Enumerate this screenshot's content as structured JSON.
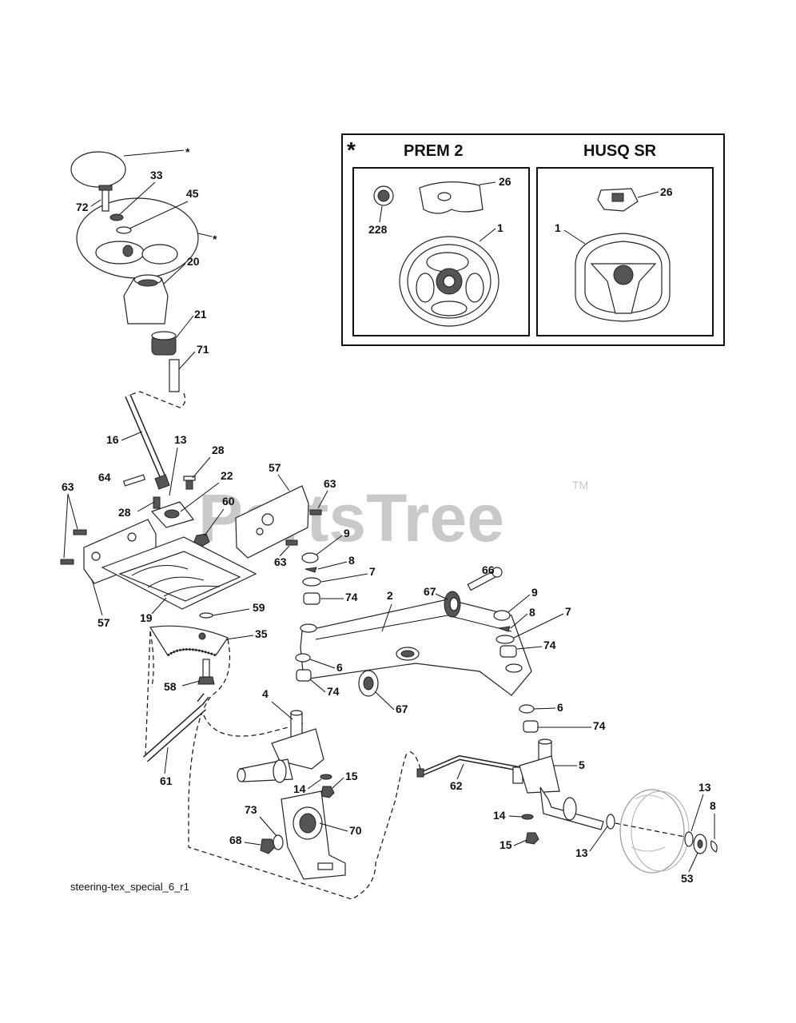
{
  "watermark": {
    "brand": "PartsTree",
    "trademark": "TM"
  },
  "inset": {
    "asterisk": "*",
    "panels": [
      {
        "title": "PREM 2",
        "labels": [
          "26",
          "228",
          "1"
        ]
      },
      {
        "title": "HUSQ SR",
        "labels": [
          "26",
          "1"
        ]
      }
    ]
  },
  "callouts": {
    "star_top": "*",
    "star_wheel": "*",
    "p33": "33",
    "p72": "72",
    "p45": "45",
    "p20": "20",
    "p21": "21",
    "p71": "71",
    "p16": "16",
    "p13a": "13",
    "p28a": "28",
    "p64": "64",
    "p28b": "28",
    "p22": "22",
    "p63a": "63",
    "p60": "60",
    "p57a": "57",
    "p63b": "63",
    "p63c": "63",
    "p57b": "57",
    "p19": "19",
    "p59": "59",
    "p35": "35",
    "p58": "58",
    "p9a": "9",
    "p8a": "8",
    "p7a": "7",
    "p74a": "74",
    "p2": "2",
    "p66": "66",
    "p67a": "67",
    "p9b": "9",
    "p8b": "8",
    "p7b": "7",
    "p74b": "74",
    "p6a": "6",
    "p74c": "74",
    "p67b": "67",
    "p6b": "6",
    "p74d": "74",
    "p4": "4",
    "p61": "61",
    "p15a": "15",
    "p14a": "14",
    "p62": "62",
    "p5": "5",
    "p13b": "13",
    "p8c": "8",
    "p73": "73",
    "p70": "70",
    "p68": "68",
    "p14b": "14",
    "p15b": "15",
    "p13c": "13",
    "p53": "53"
  },
  "caption": "steering-tex_special_6_r1"
}
